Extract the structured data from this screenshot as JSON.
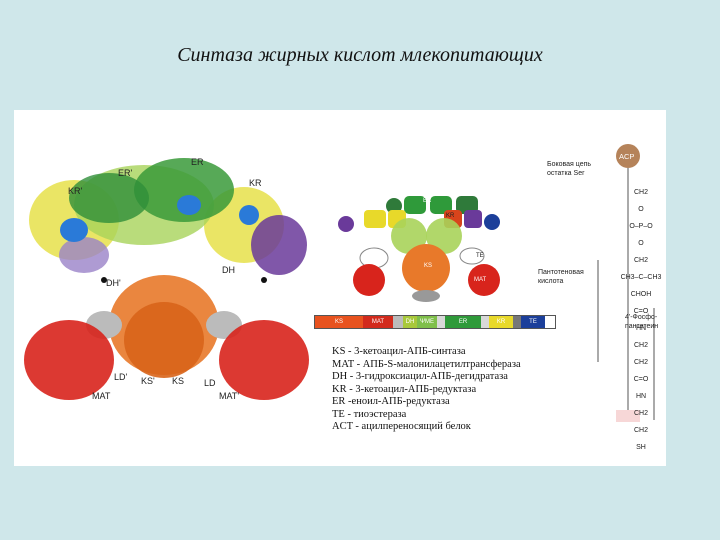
{
  "slide": {
    "title": "Синтаза жирных кислот млекопитающих"
  },
  "structure_labels": {
    "er_prime": "ER'",
    "er": "ER",
    "kr_prime": "KR'",
    "kr": "KR",
    "dh": "DH",
    "dh_prime": "DH'",
    "ks_prime": "KS'",
    "ks": "KS",
    "ld_prime": "LD'",
    "ld": "LD",
    "mat": "MAT",
    "mat_prime": "MAT'"
  },
  "schematic": {
    "top_labels": {
      "er": "ER",
      "kr": "KR",
      "te": "TE",
      "ks": "KS",
      "mat": "MAT",
      "acp": "ACP"
    },
    "bar_domains": [
      {
        "label": "KS",
        "color": "#e8521e",
        "width": 48
      },
      {
        "label": "MAT",
        "color": "#d22a1c",
        "width": 30
      },
      {
        "label": "",
        "color": "#bbbbbb",
        "width": 10
      },
      {
        "label": "DH",
        "color": "#a8c83a",
        "width": 14
      },
      {
        "label": "ΨΜΕ",
        "color": "#7fbf4a",
        "width": 20
      },
      {
        "label": "",
        "color": "#d8d8d8",
        "width": 8
      },
      {
        "label": "ER",
        "color": "#2f9a3a",
        "width": 36
      },
      {
        "label": "",
        "color": "#d8d8d8",
        "width": 8
      },
      {
        "label": "KR",
        "color": "#e8d92a",
        "width": 24
      },
      {
        "label": "",
        "color": "#777777",
        "width": 8
      },
      {
        "label": "TE",
        "color": "#1c3f9a",
        "width": 24
      }
    ]
  },
  "legend": [
    "KS - 3-кетоацил-АПБ-синтаза",
    "MAT - АПБ-S-малонилацетилтрансфераза",
    "DH - 3-гидроксиацил-АПБ-дегидратаза",
    "KR - 3-кетоацил-АПБ-редуктаза",
    "ER -еноил-АПБ-редуктаза",
    "TE - тиоэстераза",
    "ACT - ацилпереносящий белок"
  ],
  "chemistry": {
    "acp_label": "ACP",
    "side_chain_note": "Боковая цепь\nостатка Ser",
    "pantothenate_label": "Пантотеновая\nкислота",
    "phosphopantetheine_label": "4'-Фосфо-\nпантетеин",
    "atoms": [
      "CH2",
      "O",
      "O–P–O",
      "O",
      "CH2",
      "CH3–C–CH3",
      "CHOH",
      "C=O",
      "HN",
      "CH2",
      "CH2",
      "C=O",
      "HN",
      "CH2",
      "CH2",
      "SH"
    ]
  }
}
